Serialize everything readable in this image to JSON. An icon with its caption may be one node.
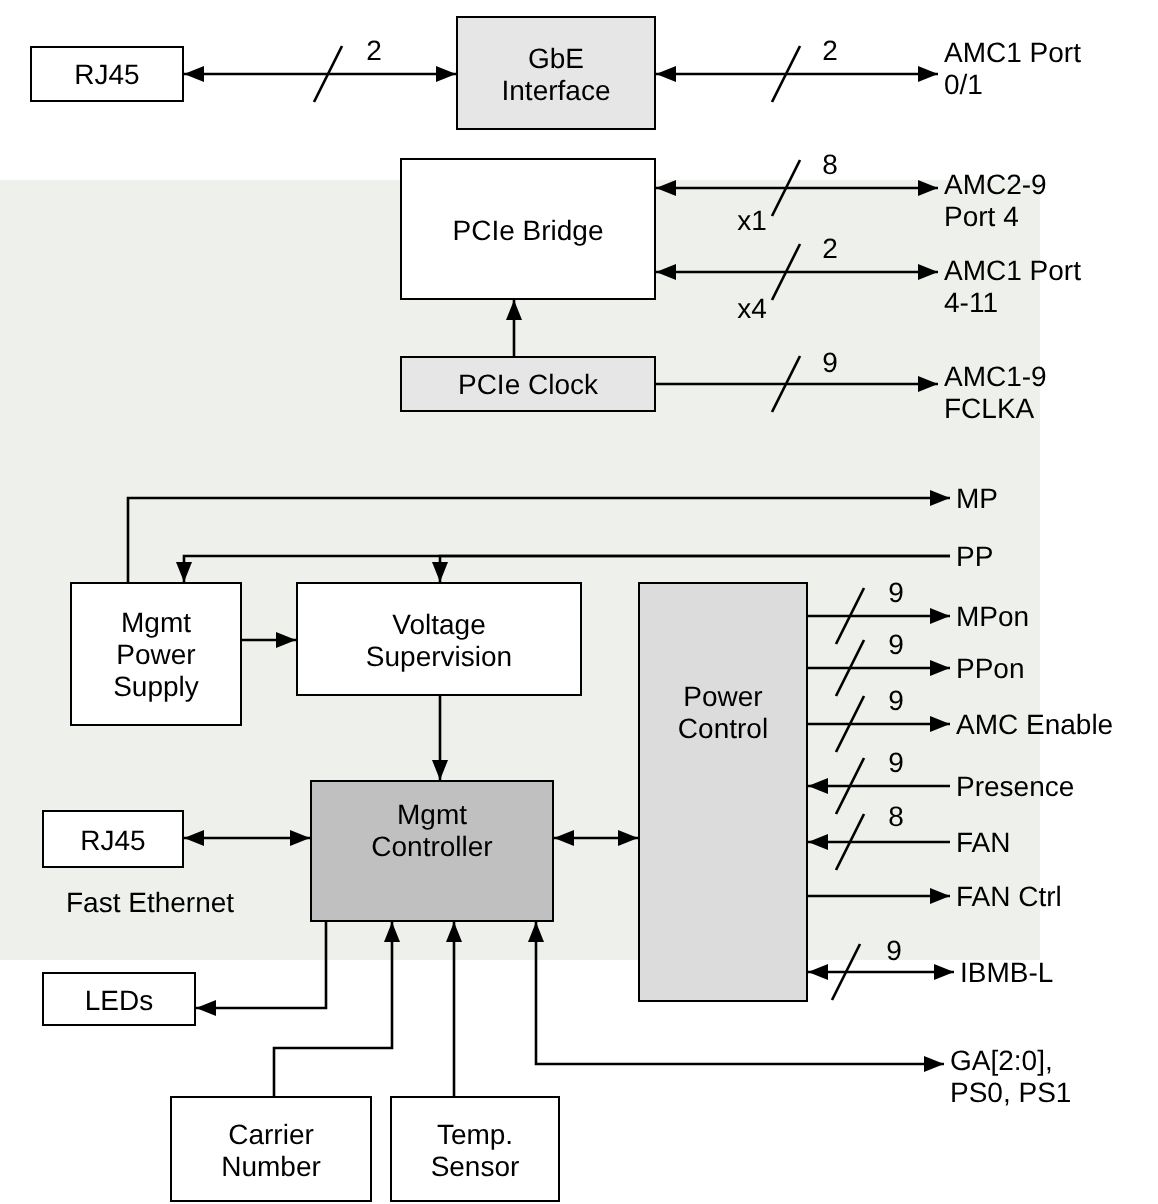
{
  "diagram": {
    "nodes": [
      {
        "text": [
          "RJ45"
        ]
      },
      {
        "text": [
          "GbE Interface"
        ]
      },
      {
        "text": [
          "AMC1 Port 0/1"
        ]
      },
      {
        "text": [
          "PCIe Bridge"
        ]
      },
      {
        "text": [
          "AMC2-9 Port 4"
        ]
      },
      {
        "text": [
          "AMC1 Port 4-11"
        ]
      },
      {
        "text": [
          "PCIe Clock"
        ]
      },
      {
        "text": [
          "AMC1-9 FCLKA"
        ]
      },
      {
        "text": [
          "Mgmt Power Supply"
        ]
      },
      {
        "text": [
          "Voltage Supervision"
        ]
      },
      {
        "text": [
          "Power Control"
        ]
      },
      {
        "text": [
          "MP"
        ]
      },
      {
        "text": [
          "PP"
        ]
      },
      {
        "text": [
          "MPon"
        ]
      },
      {
        "text": [
          "PPon"
        ]
      },
      {
        "text": [
          "AMC Enable"
        ]
      },
      {
        "text": [
          "Presence"
        ]
      },
      {
        "text": [
          "FAN"
        ]
      },
      {
        "text": [
          "FAN Ctrl"
        ]
      },
      {
        "text": [
          "IBMB-L"
        ]
      },
      {
        "text": [
          "RJ45"
        ],
        "beside": [
          "Fast Ethernet"
        ]
      },
      {
        "text": [
          "Mgmt Controller"
        ]
      },
      {
        "text": [
          "LEDs"
        ]
      },
      {
        "text": [
          "Carrier Number"
        ]
      },
      {
        "text": [
          "Temp. Sensor"
        ]
      },
      {
        "text": [
          "GA[2:0], PS0, PS1"
        ]
      }
    ],
    "edges": [
      {
        "from": 0,
        "to": 1,
        "arrow": "both",
        "label": "2"
      },
      {
        "from": 1,
        "to": 2,
        "arrow": "both",
        "label": "2"
      },
      {
        "from": 3,
        "to": 4,
        "arrow": "both",
        "label": "8"
      },
      {
        "from": 3,
        "to": 5,
        "arrow": "both",
        "label": "2"
      },
      {
        "from": 6,
        "to": 3,
        "arrow": "to"
      },
      {
        "from": 6,
        "to": 7,
        "arrow": "to",
        "label": "9"
      },
      {
        "from": 8,
        "to": 11,
        "arrow": "to"
      },
      {
        "from": 12,
        "to": 8,
        "arrow": "to"
      },
      {
        "from": 12,
        "to": 9,
        "arrow": "to"
      },
      {
        "from": 8,
        "to": 9,
        "arrow": "to"
      },
      {
        "from": 9,
        "to": 21,
        "arrow": "to"
      },
      {
        "from": 10,
        "to": 13,
        "arrow": "to",
        "label": "9"
      },
      {
        "from": 10,
        "to": 14,
        "arrow": "to",
        "label": "9"
      },
      {
        "from": 10,
        "to": 15,
        "arrow": "to",
        "label": "9"
      },
      {
        "from": 16,
        "to": 10,
        "arrow": "to",
        "label": "9"
      },
      {
        "from": 17,
        "to": 10,
        "arrow": "to",
        "label": "8"
      },
      {
        "from": 10,
        "to": 18,
        "arrow": "to"
      },
      {
        "from": 10,
        "to": 19,
        "arrow": "both",
        "label": "9"
      },
      {
        "from": 20,
        "to": 21,
        "arrow": "both"
      },
      {
        "from": 21,
        "to": 10,
        "arrow": "both"
      },
      {
        "from": 21,
        "to": 22,
        "arrow": "to"
      },
      {
        "from": 23,
        "to": 21,
        "arrow": "to"
      },
      {
        "from": 24,
        "to": 21,
        "arrow": "to"
      },
      {
        "from": 21,
        "to": 25,
        "arrow": "both"
      }
    ],
    "labels": [
      "x1",
      "x4"
    ]
  }
}
